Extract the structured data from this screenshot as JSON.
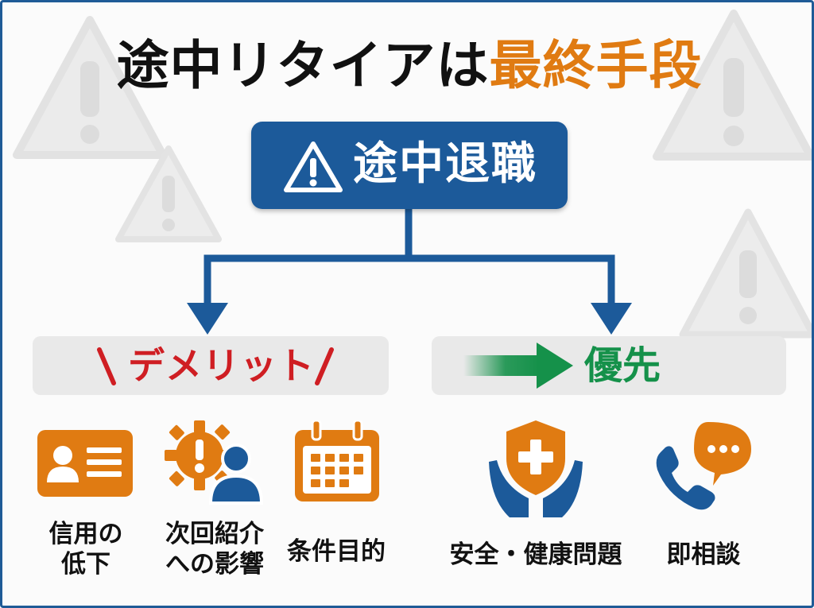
{
  "title": {
    "main": "途中リタイアは",
    "highlight": "最終手段"
  },
  "top_box": {
    "label": "途中退職",
    "icon": "warning-icon"
  },
  "left_banner": {
    "label": "デメリット"
  },
  "right_banner": {
    "label": "優先",
    "icon": "green-arrow-icon"
  },
  "demerits": [
    {
      "line1": "信用の",
      "line2": "低下",
      "icon": "id-card-icon"
    },
    {
      "line1": "次回紹介",
      "line2": "への影響",
      "icon": "gear-person-icon"
    },
    {
      "line1": "条件目的",
      "icon": "calendar-icon"
    }
  ],
  "priorities": [
    {
      "label": "安全・健康問題",
      "icon": "shield-hands-icon"
    },
    {
      "label": "即相談",
      "icon": "phone-chat-icon"
    }
  ],
  "colors": {
    "navy": "#1c5a9a",
    "orange": "#e07b12",
    "red": "#cf1e23",
    "green": "#15914a",
    "banner_gray": "#e9e9e9"
  }
}
